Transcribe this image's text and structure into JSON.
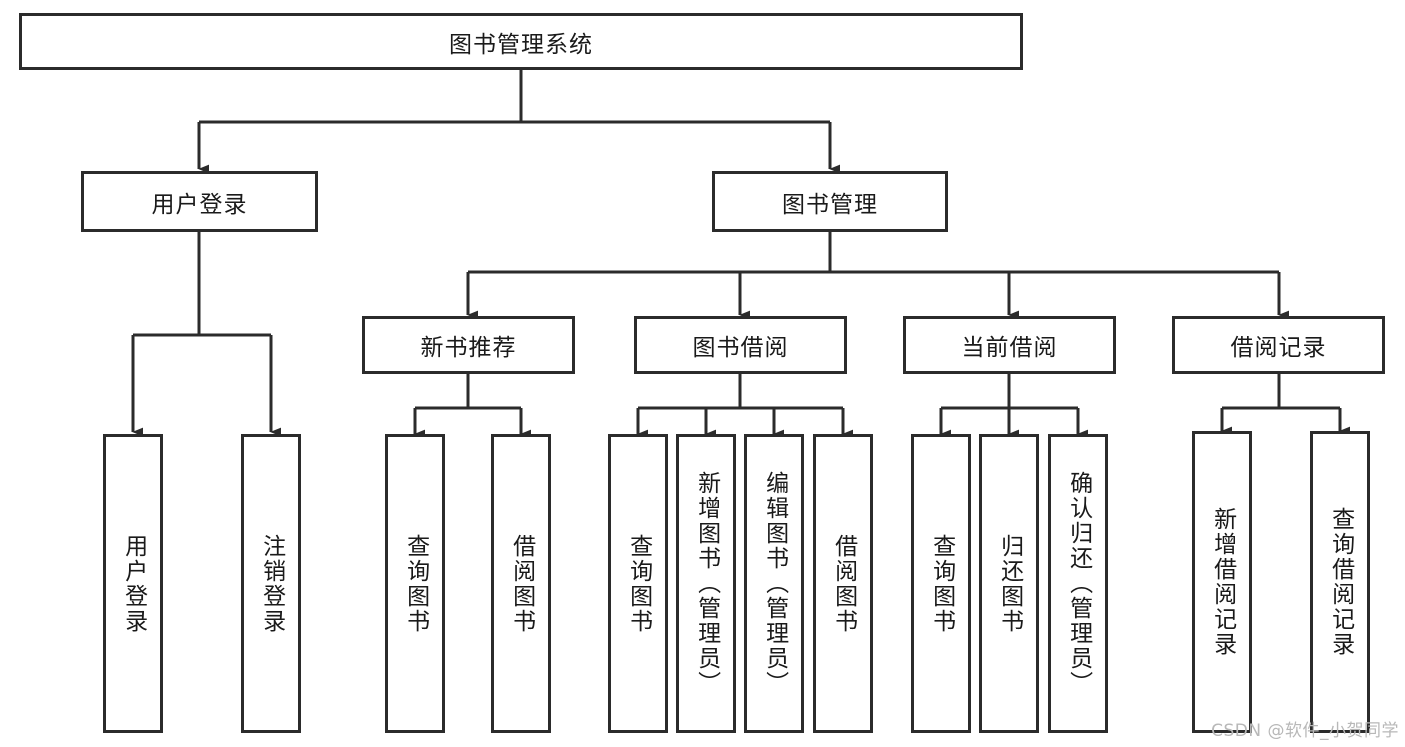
{
  "diagram": {
    "title": "图书管理系统",
    "type": "tree-hierarchy-diagram",
    "root": {
      "label": "图书管理系统"
    },
    "level2": [
      {
        "label": "用户登录"
      },
      {
        "label": "图书管理"
      }
    ],
    "level3": [
      {
        "label": "新书推荐"
      },
      {
        "label": "图书借阅"
      },
      {
        "label": "当前借阅"
      },
      {
        "label": "借阅记录"
      }
    ],
    "leaves": {
      "user_login": [
        {
          "label": "用户登录"
        },
        {
          "label": "注销登录"
        }
      ],
      "new_book_recommend": [
        {
          "label": "查询图书"
        },
        {
          "label": "借阅图书"
        }
      ],
      "book_borrow": [
        {
          "label": "查询图书"
        },
        {
          "label": "新增图书（管理员）"
        },
        {
          "label": "编辑图书（管理员）"
        },
        {
          "label": "借阅图书"
        }
      ],
      "current_borrow": [
        {
          "label": "查询图书"
        },
        {
          "label": "归还图书"
        },
        {
          "label": "确认归还（管理员）"
        }
      ],
      "borrow_records": [
        {
          "label": "新增借阅记录"
        },
        {
          "label": "查询借阅记录"
        }
      ]
    }
  },
  "watermark": {
    "text": "CSDN @软件_小贺同学"
  },
  "colors": {
    "stroke": "#2b2b2b",
    "text": "#1a1a1a",
    "background": "#ffffff",
    "watermark": "#b8b8b8"
  }
}
